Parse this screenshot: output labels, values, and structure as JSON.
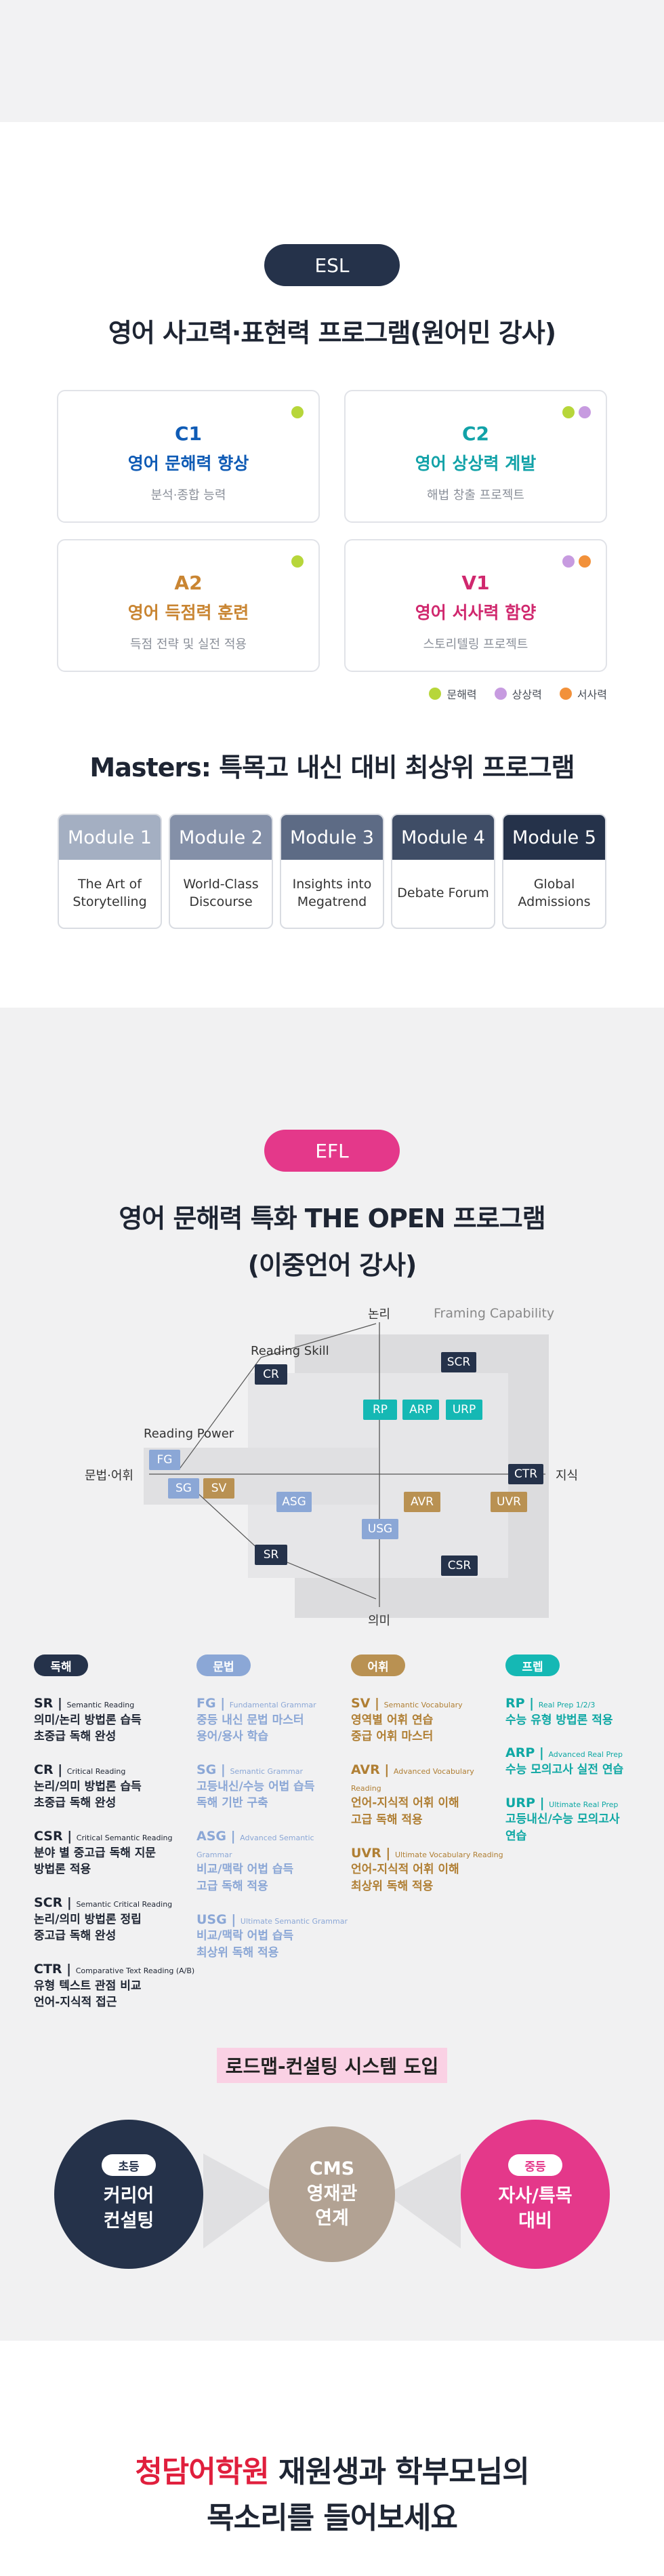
{
  "esl": {
    "badge": "ESL",
    "title": "영어 사고력·표현력 프로그램(원어민 강사)",
    "cards": [
      {
        "code": "C1",
        "name": "영어 문해력 향상",
        "desc": "분석·종합 능력",
        "color": "#0f5bb5",
        "dots": [
          "#b7d63a"
        ]
      },
      {
        "code": "C2",
        "name": "영어 상상력 계발",
        "desc": "해법 창출 프로젝트",
        "color": "#12a2a8",
        "dots": [
          "#b7d63a",
          "#c79be0"
        ]
      },
      {
        "code": "A2",
        "name": "영어 득점력 훈련",
        "desc": "득점 전략 및 실전 적용",
        "color": "#c98532",
        "dots": [
          "#b7d63a"
        ]
      },
      {
        "code": "V1",
        "name": "영어 서사력 함양",
        "desc": "스토리텔링 프로젝트",
        "color": "#d0286e",
        "dots": [
          "#c79be0",
          "#f2913a"
        ]
      }
    ],
    "legend": [
      {
        "label": "문해력",
        "color": "#b7d63a"
      },
      {
        "label": "상상력",
        "color": "#c79be0"
      },
      {
        "label": "서사력",
        "color": "#f2913a"
      }
    ],
    "masters_title": "Masters: 특목고 내신 대비 최상위 프로그램",
    "modules": [
      {
        "head": "Module 1",
        "body": "The Art of Storytelling",
        "color": "#a4afc2"
      },
      {
        "head": "Module 2",
        "body": "World-Class Discourse",
        "color": "#8490a8"
      },
      {
        "head": "Module 3",
        "body": "Insights into Megatrend",
        "color": "#5d6b85"
      },
      {
        "head": "Module 4",
        "body": "Debate Forum",
        "color": "#3f4d66"
      },
      {
        "head": "Module 5",
        "body": "Global Admissions",
        "color": "#25324a"
      }
    ]
  },
  "efl": {
    "badge": "EFL",
    "title_line1": "영어 문해력 특화 THE OPEN 프로그램",
    "title_line2": "(이중언어 강사)",
    "chart": {
      "axis_top": "논리",
      "axis_bottom": "의미",
      "axis_left": "문법·어휘",
      "axis_right": "지식",
      "framing": "Framing Capability",
      "reading_skill": "Reading Skill",
      "reading_power": "Reading Power",
      "boxes": [
        {
          "label": "CR",
          "color": "#25324a"
        },
        {
          "label": "SCR",
          "color": "#25324a"
        },
        {
          "label": "RP",
          "color": "#15b8b4"
        },
        {
          "label": "ARP",
          "color": "#15b8b4"
        },
        {
          "label": "URP",
          "color": "#15b8b4"
        },
        {
          "label": "FG",
          "color": "#8ba7d6"
        },
        {
          "label": "SG",
          "color": "#8ba7d6"
        },
        {
          "label": "SV",
          "color": "#b99152"
        },
        {
          "label": "ASG",
          "color": "#8ba7d6"
        },
        {
          "label": "CTR",
          "color": "#25324a"
        },
        {
          "label": "AVR",
          "color": "#b99152"
        },
        {
          "label": "UVR",
          "color": "#b99152"
        },
        {
          "label": "USG",
          "color": "#8ba7d6"
        },
        {
          "label": "SR",
          "color": "#25324a"
        },
        {
          "label": "CSR",
          "color": "#25324a"
        }
      ]
    },
    "columns": [
      {
        "tag": "독해",
        "color": "#25324a",
        "entries": [
          {
            "code": "SR",
            "full": "Semantic Reading",
            "lines": [
              "의미/논리 방법론 습득",
              "초중급 독해 완성"
            ],
            "pale": false
          },
          {
            "code": "CR",
            "full": "Critical Reading",
            "lines": [
              "논리/의미 방법론 습득",
              "초중급 독해 완성"
            ],
            "pale": false
          },
          {
            "code": "CSR",
            "full": "Critical Semantic Reading",
            "lines": [
              "분야 별 중고급 독해 지문",
              "방법론 적용"
            ],
            "pale": false
          },
          {
            "code": "SCR",
            "full": "Semantic Critical Reading",
            "lines": [
              "논리/의미 방법론 정립",
              "중고급 독해 완성"
            ],
            "pale": false
          },
          {
            "code": "CTR",
            "full": "Comparative Text Reading (A/B)",
            "lines": [
              "유형 텍스트 관점 비교",
              "언어-지식적 접근"
            ],
            "pale": false
          }
        ]
      },
      {
        "tag": "문법",
        "color": "#8ba7d6",
        "entries": [
          {
            "code": "FG",
            "full": "Fundamental Grammar",
            "lines": [
              "중등 내신 문법 마스터",
              "용어/용사 학습"
            ],
            "pale": true
          },
          {
            "code": "SG",
            "full": "Semantic Grammar",
            "lines": [
              "고등내신/수능 어법 습득",
              "독해 기반 구축"
            ],
            "pale": true
          },
          {
            "code": "ASG",
            "full": "Advanced Semantic Grammar",
            "lines": [
              "비교/맥락 어법 습득",
              "고급 독해 적용"
            ],
            "pale": true
          },
          {
            "code": "USG",
            "full": "Ultimate Semantic Grammar",
            "lines": [
              "비교/맥락 어법 습득",
              "최상위 독해 적용"
            ],
            "pale": true
          }
        ]
      },
      {
        "tag": "어휘",
        "color": "#b99152",
        "entries": [
          {
            "code": "SV",
            "full": "Semantic Vocabulary",
            "lines": [
              "영역별 어휘 연습",
              "중급 어휘 마스터"
            ],
            "pale": false
          },
          {
            "code": "AVR",
            "full": "Advanced Vocabulary Reading",
            "lines": [
              "언어-지식적 어휘 이해",
              "고급 독해 적용"
            ],
            "pale": false
          },
          {
            "code": "UVR",
            "full": "Ultimate Vocabulary Reading",
            "lines": [
              "언어-지식적 어휘 이해",
              "최상위 독해 적용"
            ],
            "pale": false
          }
        ]
      },
      {
        "tag": "프렙",
        "color": "#15b8b4",
        "entries": [
          {
            "code": "RP",
            "full": "Real Prep 1/2/3",
            "lines": [
              "수능 유형 방법론 적용"
            ],
            "pale": false
          },
          {
            "code": "ARP",
            "full": "Advanced Real Prep",
            "lines": [
              "수능 모의고사 실전 연습"
            ],
            "pale": false
          },
          {
            "code": "URP",
            "full": "Ultimate Real Prep",
            "lines": [
              "고등내신/수능 모의고사 연습"
            ],
            "pale": false
          }
        ]
      }
    ],
    "roadmap": "로드맵-컨설팅 시스템 도입",
    "circles": {
      "left_chip": "초등",
      "left_text1": "커리어",
      "left_text2": "컨설팅",
      "mid_text1": "CMS",
      "mid_text2": "영재관",
      "mid_text3": "연계",
      "right_chip": "중등",
      "right_text1": "자사/특목",
      "right_text2": "대비"
    }
  },
  "voice": {
    "highlight": "청담어학원",
    "line1_rest": " 재원생과 학부모님의",
    "line2": "목소리를 들어보세요"
  }
}
